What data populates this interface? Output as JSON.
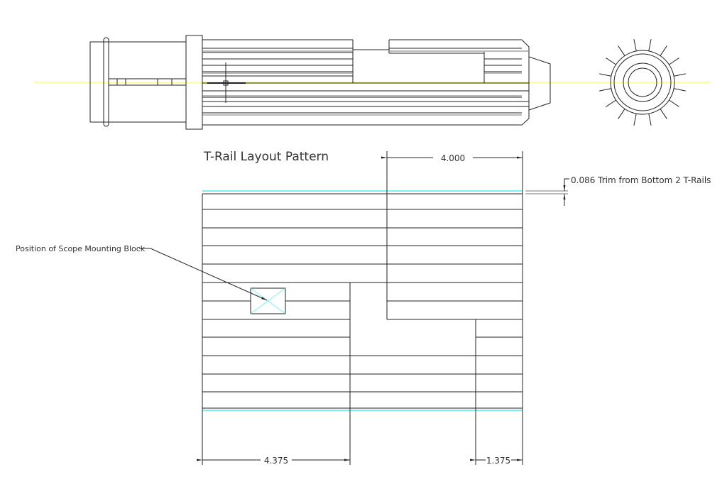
{
  "drawing": {
    "layout_title": "T-Rail Layout Pattern",
    "dim_top": "4.000",
    "trim_note": "0.086 Trim from Bottom 2 T-Rails",
    "dim_bottom_left": "4.375",
    "dim_bottom_right": "1.375",
    "scope_block_label": "Position of Scope Mounting Block"
  },
  "colors": {
    "centerline": "#ffff33",
    "construction": "#7ff0f0",
    "linework": "#222222"
  }
}
